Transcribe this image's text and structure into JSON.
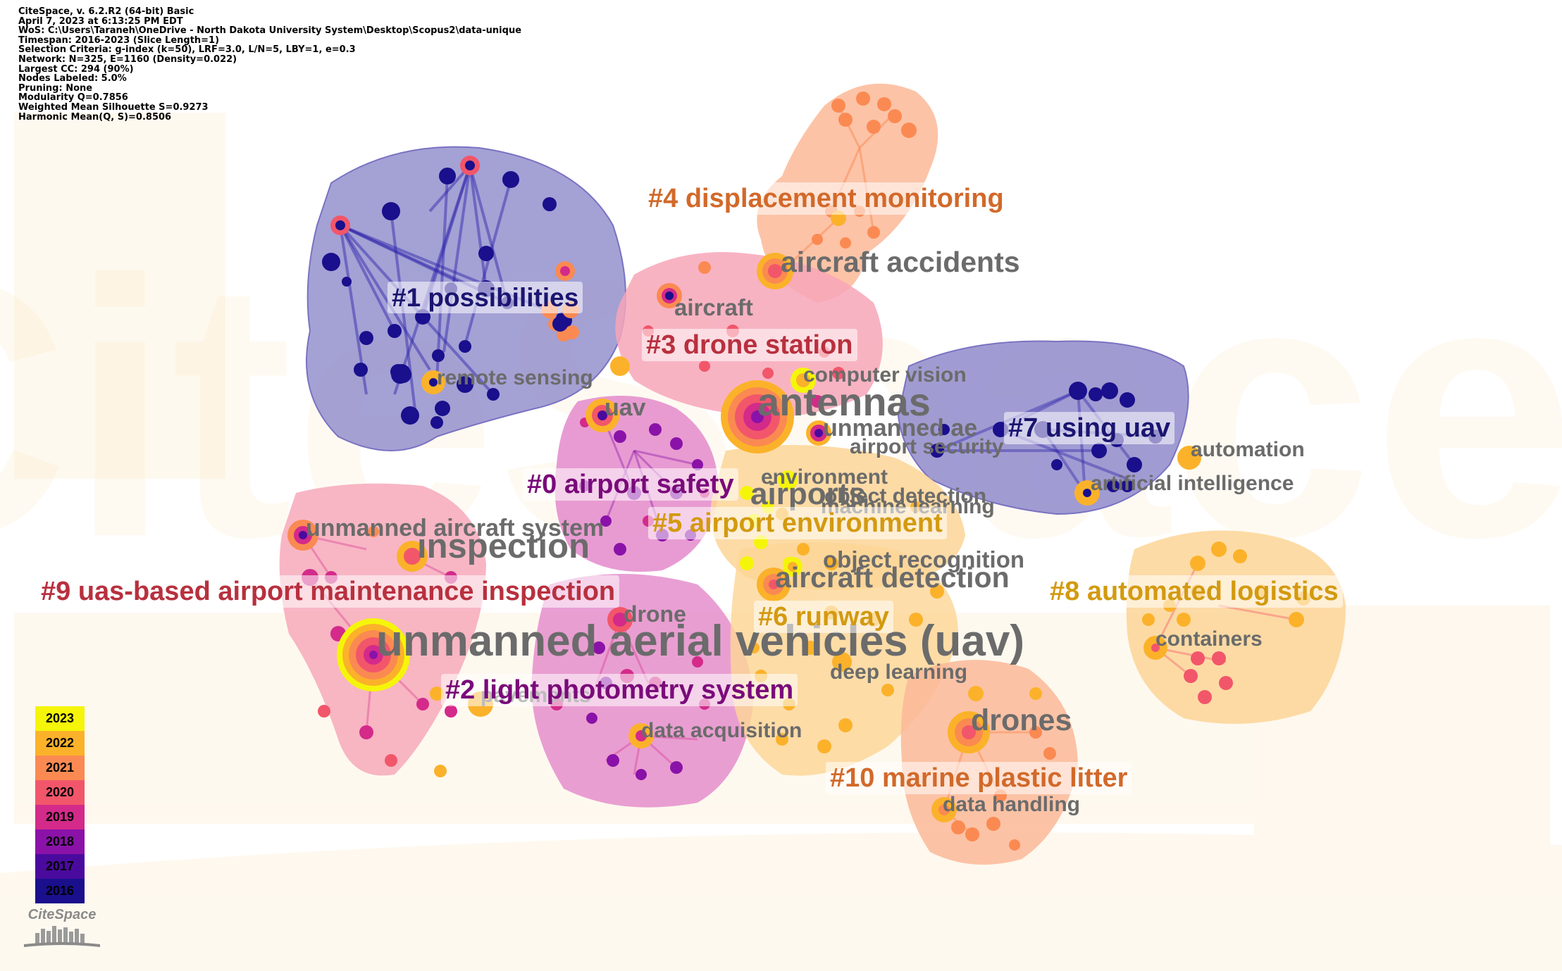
{
  "info_lines": [
    "CiteSpace, v. 6.2.R2 (64-bit) Basic",
    "April 7, 2023 at 6:13:25 PM EDT",
    "WoS: C:\\Users\\Taraneh\\OneDrive - North Dakota University System\\Desktop\\Scopus2\\data-unique",
    "Timespan: 2016-2023 (Slice Length=1)",
    "Selection Criteria: g-index (k=50), LRF=3.0, L/N=5, LBY=1, e=0.3",
    "Network: N=325, E=1160 (Density=0.022)",
    "Largest CC: 294 (90%)",
    "Nodes Labeled: 5.0%",
    "Pruning: None",
    "Modularity Q=0.7856",
    "Weighted Mean Silhouette S=0.9273",
    "Harmonic Mean(Q, S)=0.8506"
  ],
  "watermark": "CiteSpace",
  "colors": {
    "y2016": "#1a0f8c",
    "y2017": "#4a0a9e",
    "y2018": "#8a12a8",
    "y2019": "#d42a8a",
    "y2020": "#f2566a",
    "y2021": "#fa8a52",
    "y2022": "#fbb22a",
    "y2023": "#f5f50a",
    "cluster_blue": "#8b86c9",
    "cluster_pink": "#f7a6b8",
    "cluster_magenta": "#e48acb",
    "cluster_orange": "#fbb898",
    "cluster_yellow": "#fdd596",
    "label_navy": "#1a1570",
    "label_purple": "#7a0a7a",
    "label_red": "#b8303e",
    "label_orange": "#d2692a",
    "label_gold": "#d39a10",
    "keyword_gray": "#6b6b6b"
  },
  "clusters": [
    {
      "id": "c1",
      "label": "#1 possibilities",
      "color": "#1a1570"
    },
    {
      "id": "c4",
      "label": "#4 displacement monitoring",
      "color": "#d2692a"
    },
    {
      "id": "c3",
      "label": "#3 drone station",
      "color": "#b8303e"
    },
    {
      "id": "c7",
      "label": "#7 using uav",
      "color": "#1a1570"
    },
    {
      "id": "c0",
      "label": "#0 airport safety",
      "color": "#7a0a7a"
    },
    {
      "id": "c5",
      "label": "#5 airport environment",
      "color": "#d39a10"
    },
    {
      "id": "c9",
      "label": "#9 uas-based airport maintenance inspection",
      "color": "#b8303e"
    },
    {
      "id": "c8",
      "label": "#8 automated logistics",
      "color": "#d39a10"
    },
    {
      "id": "c6",
      "label": "#6 runway",
      "color": "#d39a10"
    },
    {
      "id": "c2",
      "label": "#2 light photometry system",
      "color": "#7a0a7a"
    },
    {
      "id": "c10",
      "label": "#10 marine plastic litter",
      "color": "#d2692a"
    }
  ],
  "keywords": [
    {
      "id": "k_aircraft_accidents",
      "text": "aircraft accidents"
    },
    {
      "id": "k_aircraft",
      "text": "aircraft"
    },
    {
      "id": "k_remote_sensing",
      "text": "remote sensing"
    },
    {
      "id": "k_computer_vision",
      "text": "computer vision"
    },
    {
      "id": "k_uav",
      "text": "uav"
    },
    {
      "id": "k_antennas",
      "text": "antennas"
    },
    {
      "id": "k_unmanned_ae",
      "text": "unmanned ae"
    },
    {
      "id": "k_airport_security",
      "text": "airport security"
    },
    {
      "id": "k_automation",
      "text": "automation"
    },
    {
      "id": "k_environment",
      "text": "environment"
    },
    {
      "id": "k_airports",
      "text": "airports"
    },
    {
      "id": "k_object_detection",
      "text": "object detection"
    },
    {
      "id": "k_machine_learning",
      "text": "machine learning"
    },
    {
      "id": "k_artificial_intelligence",
      "text": "artificial intelligence"
    },
    {
      "id": "k_uas",
      "text": "unmanned aircraft system"
    },
    {
      "id": "k_inspection",
      "text": "inspection"
    },
    {
      "id": "k_object_recognition",
      "text": "object recognition"
    },
    {
      "id": "k_aircraft_detection",
      "text": "aircraft detection"
    },
    {
      "id": "k_drone",
      "text": "drone"
    },
    {
      "id": "k_uav_full",
      "text": "unmanned aerial vehicles (uav)"
    },
    {
      "id": "k_containers",
      "text": "containers"
    },
    {
      "id": "k_deep_learning",
      "text": "deep learning"
    },
    {
      "id": "k_pavements",
      "text": "pavements"
    },
    {
      "id": "k_drones",
      "text": "drones"
    },
    {
      "id": "k_data_acquisition",
      "text": "data acquisition"
    },
    {
      "id": "k_data_handling",
      "text": "data handling"
    }
  ],
  "legend": [
    {
      "year": "2023",
      "color": "#f5f50a"
    },
    {
      "year": "2022",
      "color": "#fbb22a"
    },
    {
      "year": "2021",
      "color": "#fa8a52"
    },
    {
      "year": "2020",
      "color": "#f2566a"
    },
    {
      "year": "2019",
      "color": "#d42a8a"
    },
    {
      "year": "2018",
      "color": "#8a12a8"
    },
    {
      "year": "2017",
      "color": "#4a0a9e"
    },
    {
      "year": "2016",
      "color": "#1a0f8c"
    }
  ],
  "logo_text": "CiteSpace"
}
